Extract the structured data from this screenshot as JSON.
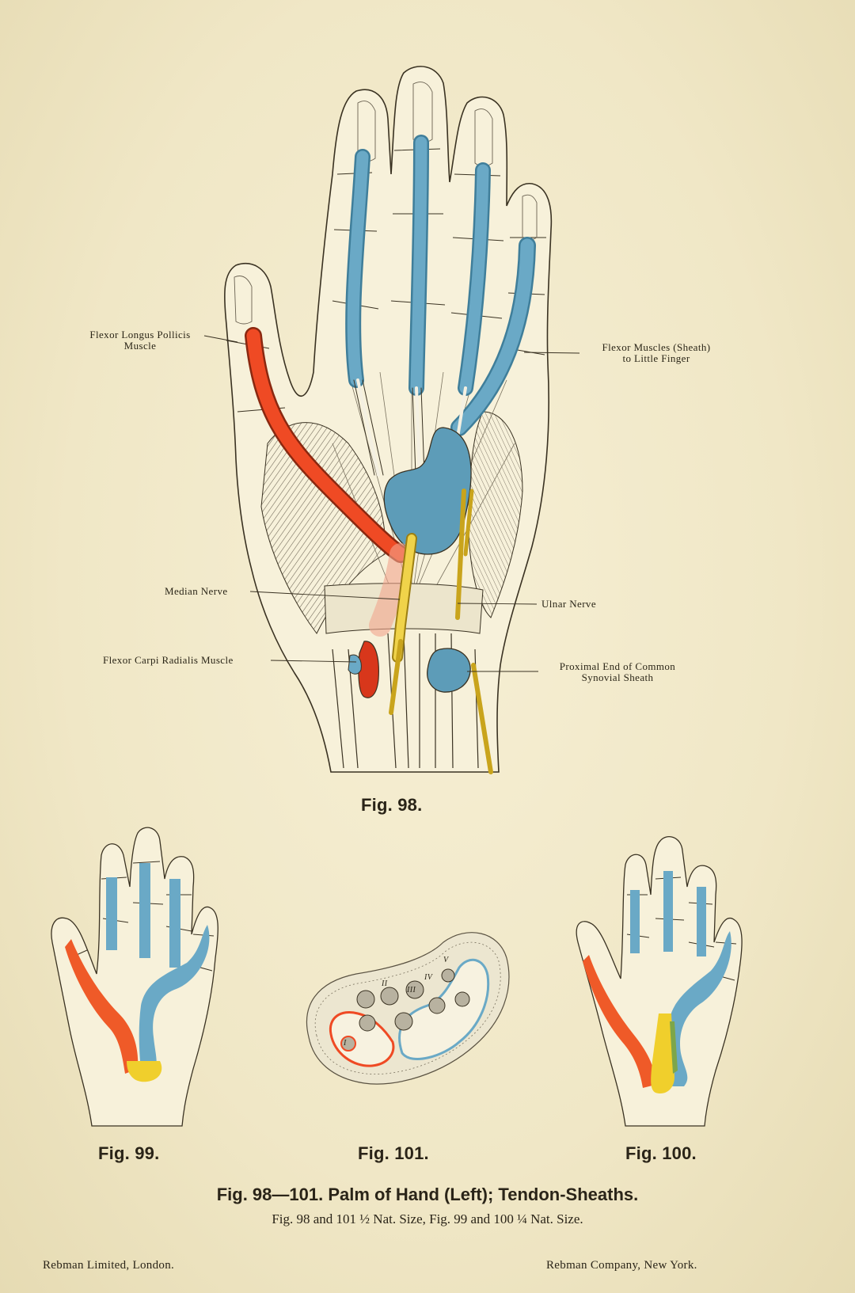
{
  "figures": {
    "fig98": {
      "caption": "Fig. 98.",
      "labels": {
        "flexor_longus_pollicis": [
          "Flexor Longus Pollicis",
          "Muscle"
        ],
        "flexor_muscles_sheath": [
          "Flexor Muscles (Sheath)",
          "to Little Finger"
        ],
        "median_nerve": "Median Nerve",
        "ulnar_nerve": "Ulnar Nerve",
        "flexor_carpi_radialis": "Flexor Carpi Radialis Muscle",
        "proximal_end": [
          "Proximal End of Common",
          "Synovial Sheath"
        ]
      }
    },
    "fig99": {
      "caption": "Fig. 99."
    },
    "fig100": {
      "caption": "Fig. 100."
    },
    "fig101": {
      "caption": "Fig. 101.",
      "section_marks": [
        "II",
        "III",
        "IV",
        "V",
        "I"
      ]
    }
  },
  "plate": {
    "title": "Fig. 98—101.  Palm of Hand (Left); Tendon-Sheaths.",
    "subtitle": "Fig. 98 and 101 ½ Nat. Size, Fig. 99 and 100 ¼ Nat. Size.",
    "publisher_left": "Rebman Limited, London.",
    "publisher_right": "Rebman Company, New York."
  },
  "colors": {
    "paper": "#f1e9c9",
    "tendon_sheath_blue": "#5d9cb8",
    "thumb_sheath_red": "#ef4a24",
    "nerve_yellow": "#e8c32a",
    "ink": "#2a2418"
  }
}
